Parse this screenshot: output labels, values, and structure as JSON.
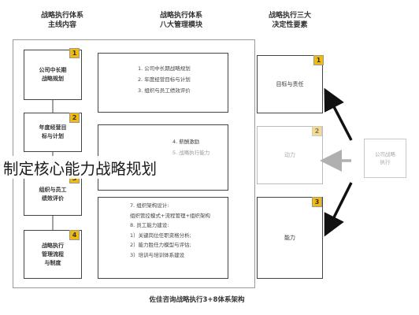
{
  "headers": {
    "left": "战略执行体系\n主线内容",
    "middle": "战略执行体系\n八大管理模块",
    "right": "战略执行三大\n决定性要素"
  },
  "left_boxes": [
    {
      "badge": "1",
      "text": "公司中长期\n战略规划"
    },
    {
      "badge": "2",
      "text": "年度经营目\n标与计划"
    },
    {
      "badge": "3",
      "text": "组织与员工\n绩效评价"
    },
    {
      "badge": "4",
      "text": "战略执行\n管理流程\n与制度"
    }
  ],
  "middle_panels": [
    {
      "lines": [
        "1. 公司中长期战略规划",
        "2. 年度经营目标与计划",
        "3. 组织与员工绩效评价"
      ]
    },
    {
      "lines": [
        "4. 薪酬激励",
        "5. 战略执行能力"
      ]
    },
    {
      "lines": [
        "7. 组织架构设计:",
        "组织管控模式+流程管理+组织架构",
        "8. 员工能力建设:",
        "1）关键岗位任职资格分析;",
        "2）能力胜任力模型与评估;",
        "3）培训与培训体系建设"
      ]
    }
  ],
  "right_boxes": [
    {
      "badge": "1",
      "text": "目标与责任"
    },
    {
      "badge": "2",
      "text": "动力"
    },
    {
      "badge": "3",
      "text": "能力"
    }
  ],
  "source_box": "公司战略\n执行",
  "overlay_caption": "制定核心能力战略规划",
  "footer_caption": "佐佳咨询战略执行3+8体系架构",
  "colors": {
    "badge": "#f2b90f",
    "arrow_dark": "#111111",
    "arrow_faded": "#b0b0b0"
  }
}
